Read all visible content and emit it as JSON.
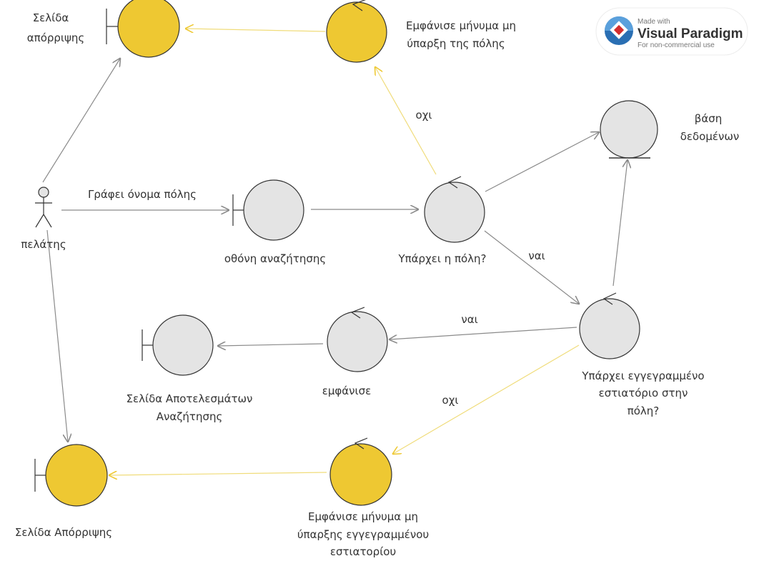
{
  "actor": {
    "label": "πελάτης"
  },
  "nodes": {
    "reject_page_top": {
      "label": [
        "Σελίδα",
        "απόρριψης"
      ],
      "color": "#EEC832"
    },
    "msg_no_city": {
      "label": [
        "Εμφάνισε μήνυμα μη",
        "ύπαρξη της πόλης"
      ],
      "color": "#EEC832"
    },
    "search_screen": {
      "label": [
        "οθόνη αναζήτησης"
      ],
      "color": "#E4E4E4"
    },
    "city_exists": {
      "label": [
        "Υπάρχει η πόλη?"
      ],
      "color": "#E4E4E4"
    },
    "database": {
      "label": [
        "βάση",
        "δεδομένων"
      ],
      "color": "#E4E4E4"
    },
    "restaurant_exists": {
      "label": [
        "Υπάρχει εγγεγραμμένο",
        "εστιατόριο στην",
        "πόλη?"
      ],
      "color": "#E4E4E4"
    },
    "show": {
      "label": [
        "εμφάνισε"
      ],
      "color": "#E4E4E4"
    },
    "results_page": {
      "label": [
        "Σελίδα Αποτελεσμάτων",
        "Αναζήτησης"
      ],
      "color": "#E4E4E4"
    },
    "msg_no_restaurant": {
      "label": [
        "Εμφάνισε μήνυμα μη",
        "ύπαρξης εγγεγραμμένου",
        "εστιατορίου"
      ],
      "color": "#EEC832"
    },
    "reject_page_bottom": {
      "label": [
        "Σελίδα Απόρριψης"
      ],
      "color": "#EEC832"
    }
  },
  "edges": {
    "writes_city_name": "Γράφει όνομα πόλης",
    "no_city": "οχι",
    "yes_city": "ναι",
    "yes_restaurant": "ναι",
    "no_restaurant": "οχι"
  },
  "watermark": {
    "made_with": "Made with",
    "brand": "Visual Paradigm",
    "note": "For non-commercial use"
  },
  "colors": {
    "line_gray": "#8a8a8a",
    "line_yellow": "#F0DC7A",
    "stroke": "#333333"
  }
}
